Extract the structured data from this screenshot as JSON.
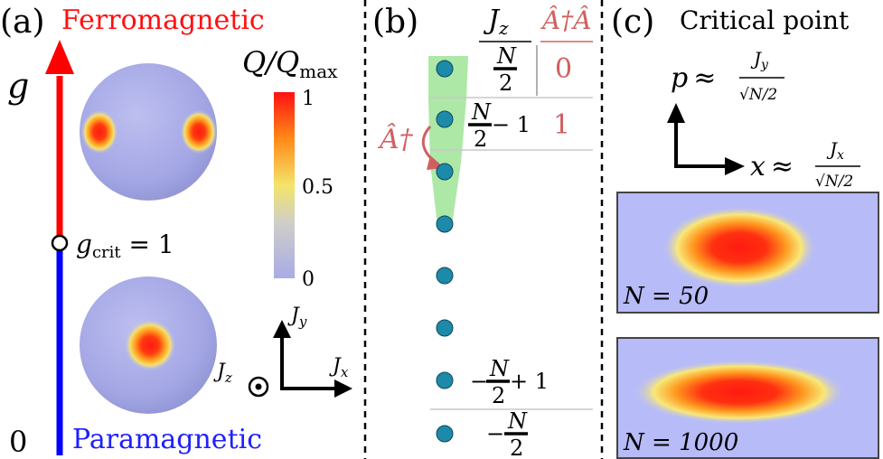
{
  "panel_a": {
    "label": "(a)",
    "top_label": "Ferromagnetic",
    "bottom_label": "Paramagnetic",
    "axis_var": "g",
    "axis_zero": "0",
    "critical_label": "g",
    "critical_sub": "crit",
    "critical_eq": " = 1",
    "colorbar_title_1": "Q",
    "colorbar_title_2": "/Q",
    "colorbar_title_sub": "max",
    "colorbar_ticks": [
      "1",
      "0.5",
      "0"
    ],
    "axes_labels": {
      "y": "J",
      "y_sub": "y",
      "x": "J",
      "x_sub": "x",
      "z": "J",
      "z_sub": "z"
    },
    "colors": {
      "ferro": "#ff0000",
      "para": "#0000ff",
      "sphere": "#a9abe6"
    }
  },
  "panel_b": {
    "label": "(b)",
    "col1_header": "J",
    "col1_header_sub": "z",
    "col2_header": "Â†Â",
    "row1_col2": "0",
    "row2_col2": "1",
    "dagger_label": "Â†",
    "frac_num": "N",
    "frac_den": "2",
    "row2_suffix": " − 1",
    "row_neg_prefix": "−",
    "row_neg_suffix": " + 1",
    "colors": {
      "dot": "#1c8aa8",
      "band": "#9fe39a",
      "accent": "#d06060"
    }
  },
  "panel_c": {
    "label": "(c)",
    "title": "Critical point",
    "p_var": "p",
    "x_var": "x",
    "approx": "≈",
    "frac_p_num": "J",
    "frac_p_num_sub": "y",
    "frac_x_num": "J",
    "frac_x_num_sub": "x",
    "frac_den": "√N/2",
    "box1_label": "N = 50",
    "box2_label": "N = 1000"
  }
}
